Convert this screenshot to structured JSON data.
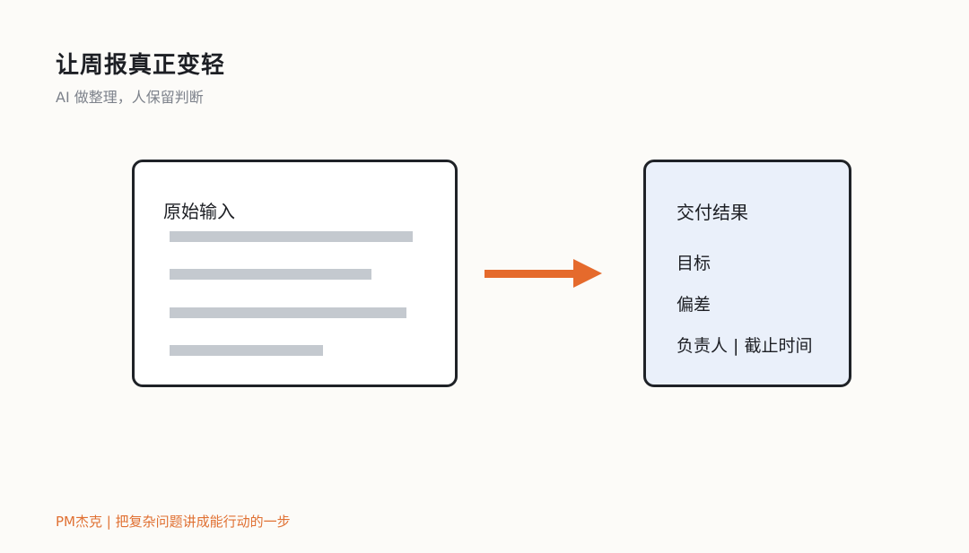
{
  "header": {
    "title": "让周报真正变轻",
    "subtitle": "AI 做整理，人保留判断"
  },
  "input_card": {
    "title": "原始输入",
    "placeholder_line_count": 4
  },
  "output_card": {
    "title": "交付结果",
    "items": [
      "目标",
      "偏差",
      "负责人 | 截止时间"
    ]
  },
  "footer": {
    "text": "PM杰克 | 把复杂问题讲成能行动的一步"
  },
  "colors": {
    "background": "#fcfbf8",
    "accent": "#e56a2c",
    "footer_text": "#e07032",
    "output_card_fill": "#eaf0fa",
    "placeholder_line": "#c4c9cf",
    "border": "#1f2227"
  },
  "icons": {
    "arrow": "arrow-right-icon"
  }
}
